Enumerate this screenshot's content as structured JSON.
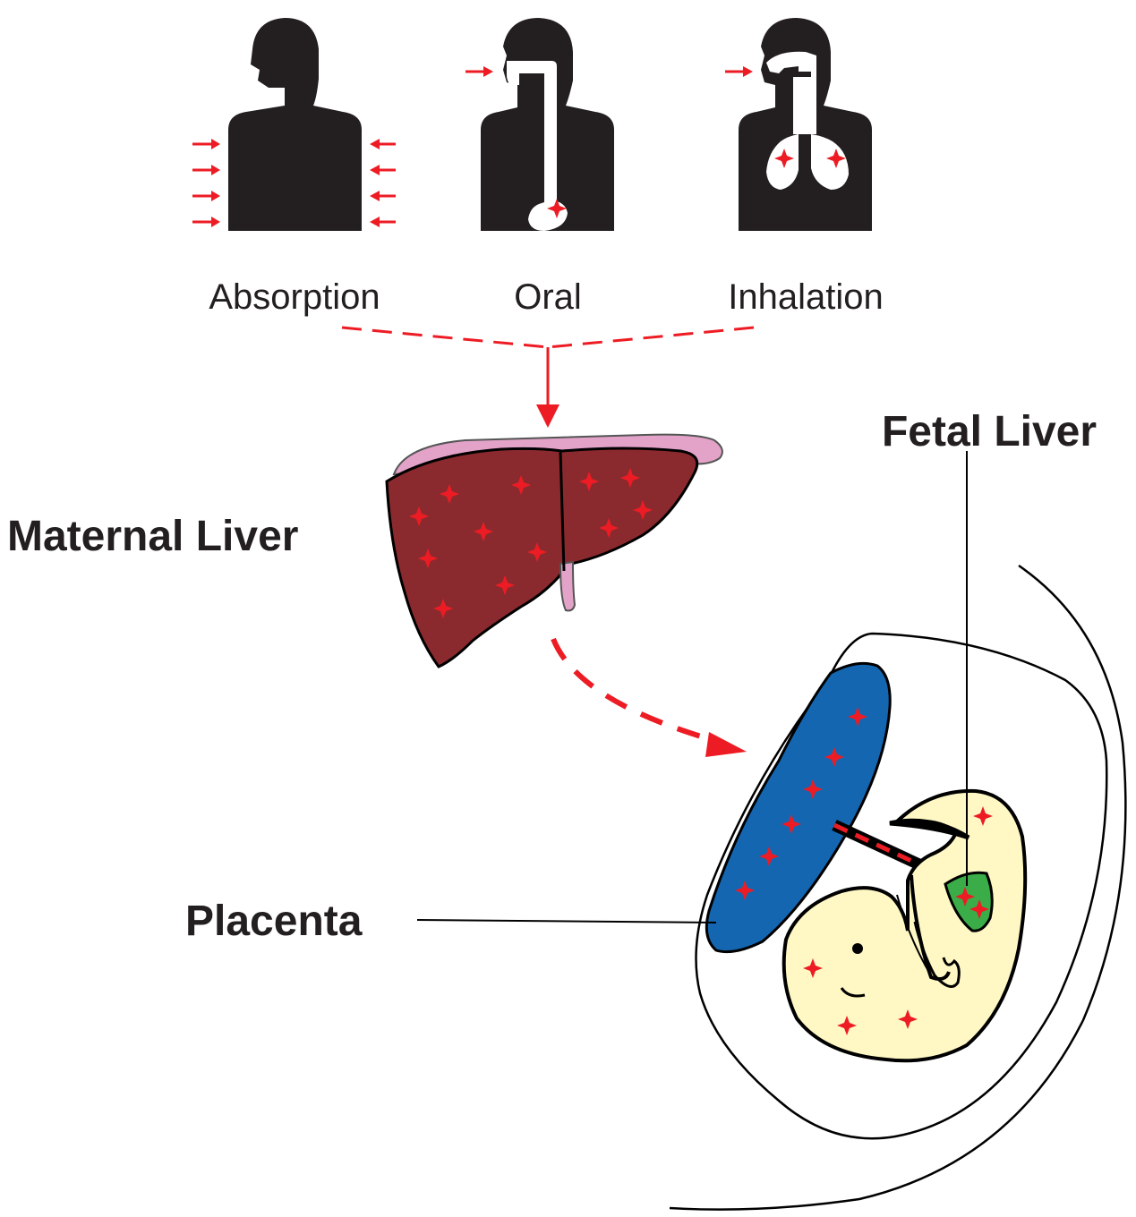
{
  "routes": {
    "absorption": "Absorption",
    "oral": "Oral",
    "inhalation": "Inhalation"
  },
  "labels": {
    "maternal_liver": "Maternal Liver",
    "fetal_liver": "Fetal Liver",
    "placenta": "Placenta"
  },
  "colors": {
    "silhouette": "#231f20",
    "arrow": "#ed1c24",
    "maternal_liver": "#8b2a2e",
    "gallbladder": "#e3a3c8",
    "placenta": "#1566b0",
    "fetus": "#fff8c4",
    "fetal_liver": "#3aad48"
  },
  "icons": {
    "toxicant_marker": "red-four-point-star-icon"
  }
}
